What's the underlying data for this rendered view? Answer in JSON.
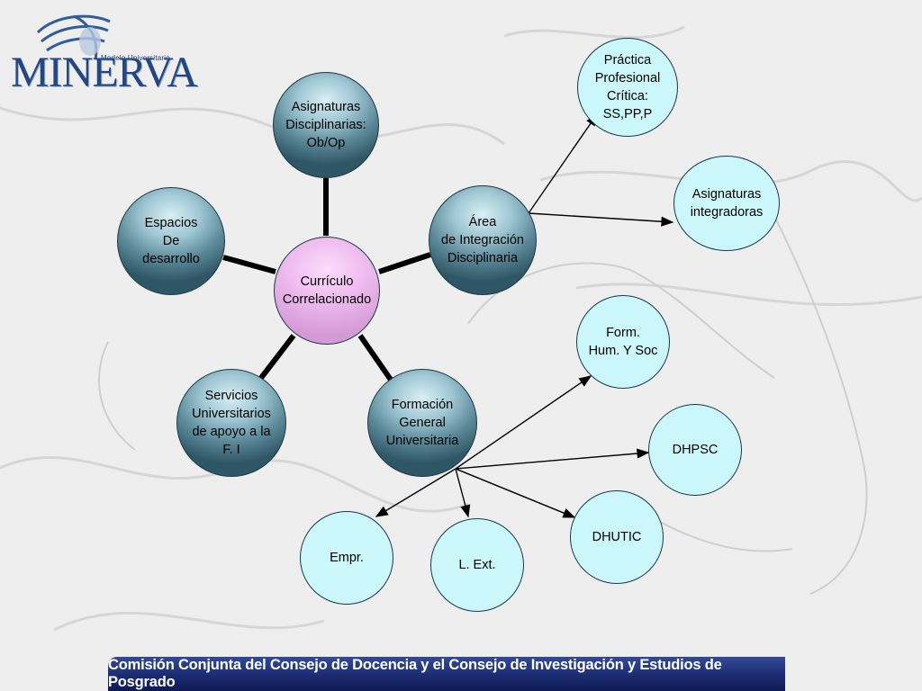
{
  "logo": {
    "subtitle": "Modelo Universitario",
    "wordmark": "MINERVA"
  },
  "nodes": {
    "curriculo": "Currículo\nCorrelacionado",
    "asignaturas_disciplinarias": "Asignaturas\nDisciplinarias:\nOb/Op",
    "area_integracion": "Área\nde Integración\nDisciplinaria",
    "formacion_general": "Formación\nGeneral\nUniversitaria",
    "servicios_universitarios": "Servicios\nUniversitarios\nde apoyo a la\nF. I",
    "espacios_desarrollo": "Espacios\nDe\ndesarrollo",
    "practica_profesional": "Práctica\nProfesional\nCrítica:\nSS,PP,P",
    "asignaturas_integradoras": "Asignaturas\nintegradoras",
    "form_hum": "Form.\nHum. Y Soc",
    "dhpsc": "DHPSC",
    "dhutic": "DHUTIC",
    "l_ext": "L. Ext.",
    "empr": "Empr."
  },
  "footer": {
    "text": "Comisión Conjunta del Consejo de Docencia y el Consejo de Investigación y Estudios de Posgrado"
  },
  "colors": {
    "center_fill": "#efbdef",
    "dark_node_fill": "#5b8897",
    "light_node_fill": "#ccf7fa",
    "footer_bg": "#1c2c72",
    "brand_blue": "#23477e"
  }
}
